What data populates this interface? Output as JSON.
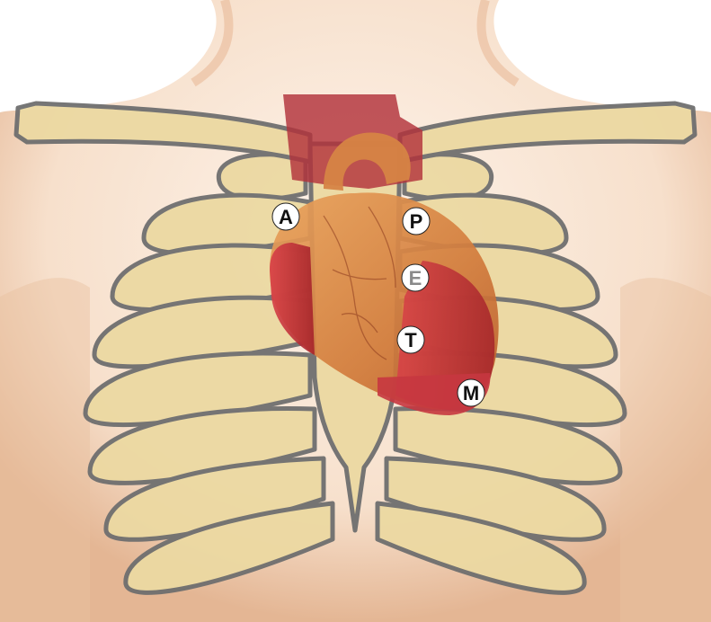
{
  "figure": {
    "markers": [
      {
        "id": "aortic",
        "label": "A"
      },
      {
        "id": "pulmonic",
        "label": "P"
      },
      {
        "id": "erbs-point",
        "label": "E"
      },
      {
        "id": "tricuspid",
        "label": "T"
      },
      {
        "id": "mitral",
        "label": "M"
      }
    ],
    "colors": {
      "skin": "#f7e0cc",
      "skin_shadow": "#e6b998",
      "bone": "#ecd9a2",
      "bone_outline": "#6f6f6f",
      "heart_main": "#d98a45",
      "heart_red": "#c8323a",
      "heart_dark": "#7a1b1e",
      "marker_fill": "#ffffff",
      "marker_text": "#111111",
      "marker_text_erb": "#8a8a8a"
    }
  }
}
